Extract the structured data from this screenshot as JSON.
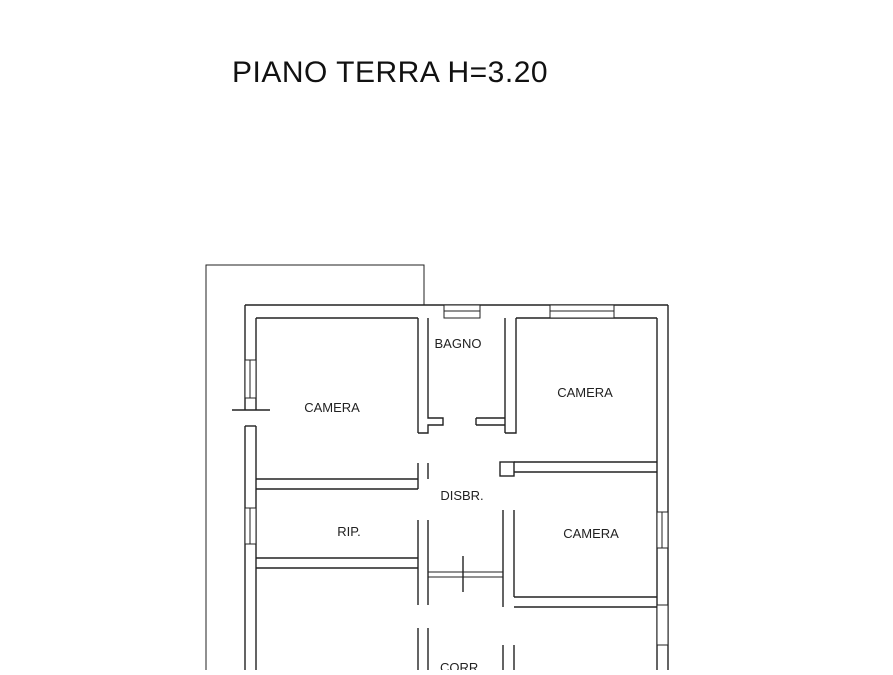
{
  "plan": {
    "title": "PIANO TERRA H=3.20",
    "rooms": {
      "camera_left": "CAMERA",
      "bagno": "BAGNO",
      "camera_top_right": "CAMERA",
      "disbr": "DISBR.",
      "rip": "RIP.",
      "camera_mid_right": "CAMERA",
      "corr": "CORR."
    }
  },
  "colors": {
    "line": "#222222",
    "background": "#ffffff"
  }
}
